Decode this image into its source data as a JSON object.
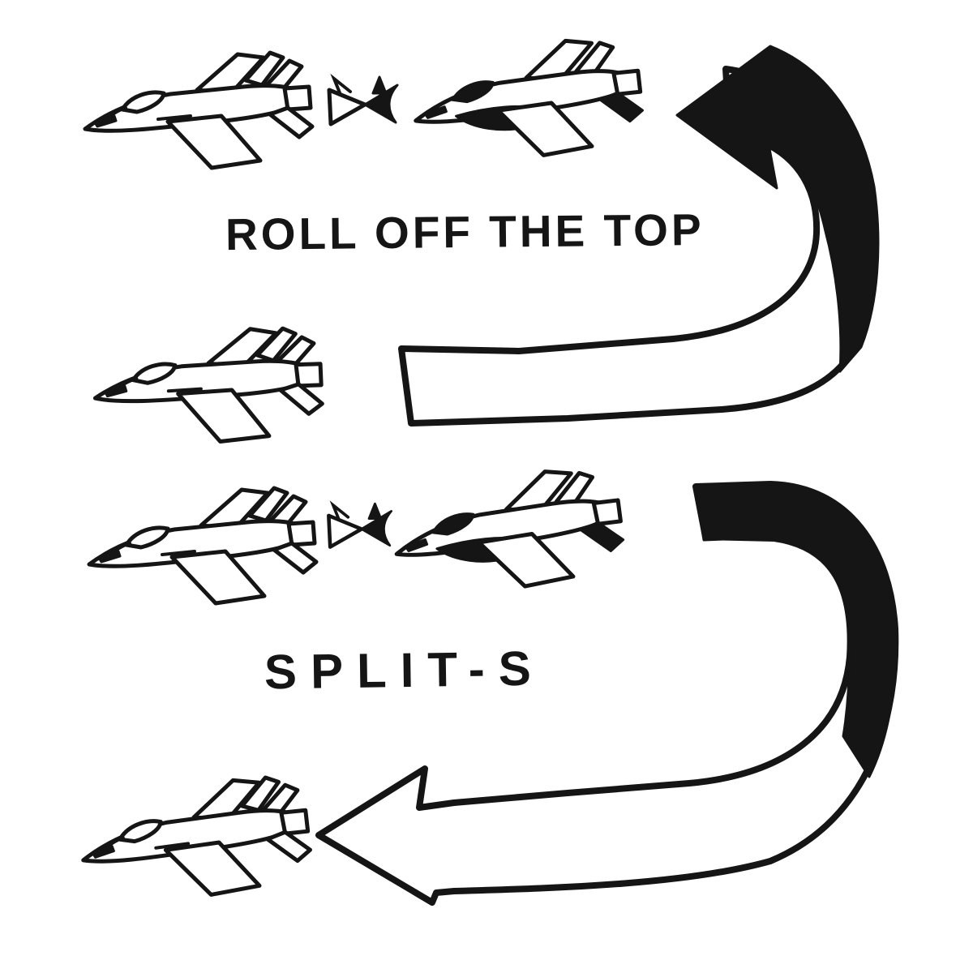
{
  "colors": {
    "ink": "#151515",
    "paper": "#ffffff"
  },
  "maneuvers": [
    {
      "id": "roll-off-the-top",
      "label": "ROLL OFF THE TOP",
      "icons": {
        "entry_jet": "fighter-jet-icon",
        "roll_marker": "rolling-jet-icon",
        "inverted_jet": "inverted-fighter-jet-icon",
        "path_arrow": "u-turn-climb-arrow-icon",
        "exit_jet": "fighter-jet-icon"
      }
    },
    {
      "id": "split-s",
      "label": "SPLIT-S",
      "icons": {
        "entry_jet": "fighter-jet-icon",
        "roll_marker": "rolling-jet-icon",
        "inverted_jet": "inverted-fighter-jet-icon",
        "path_arrow": "u-turn-dive-arrow-icon",
        "exit_jet": "fighter-jet-icon"
      }
    }
  ]
}
